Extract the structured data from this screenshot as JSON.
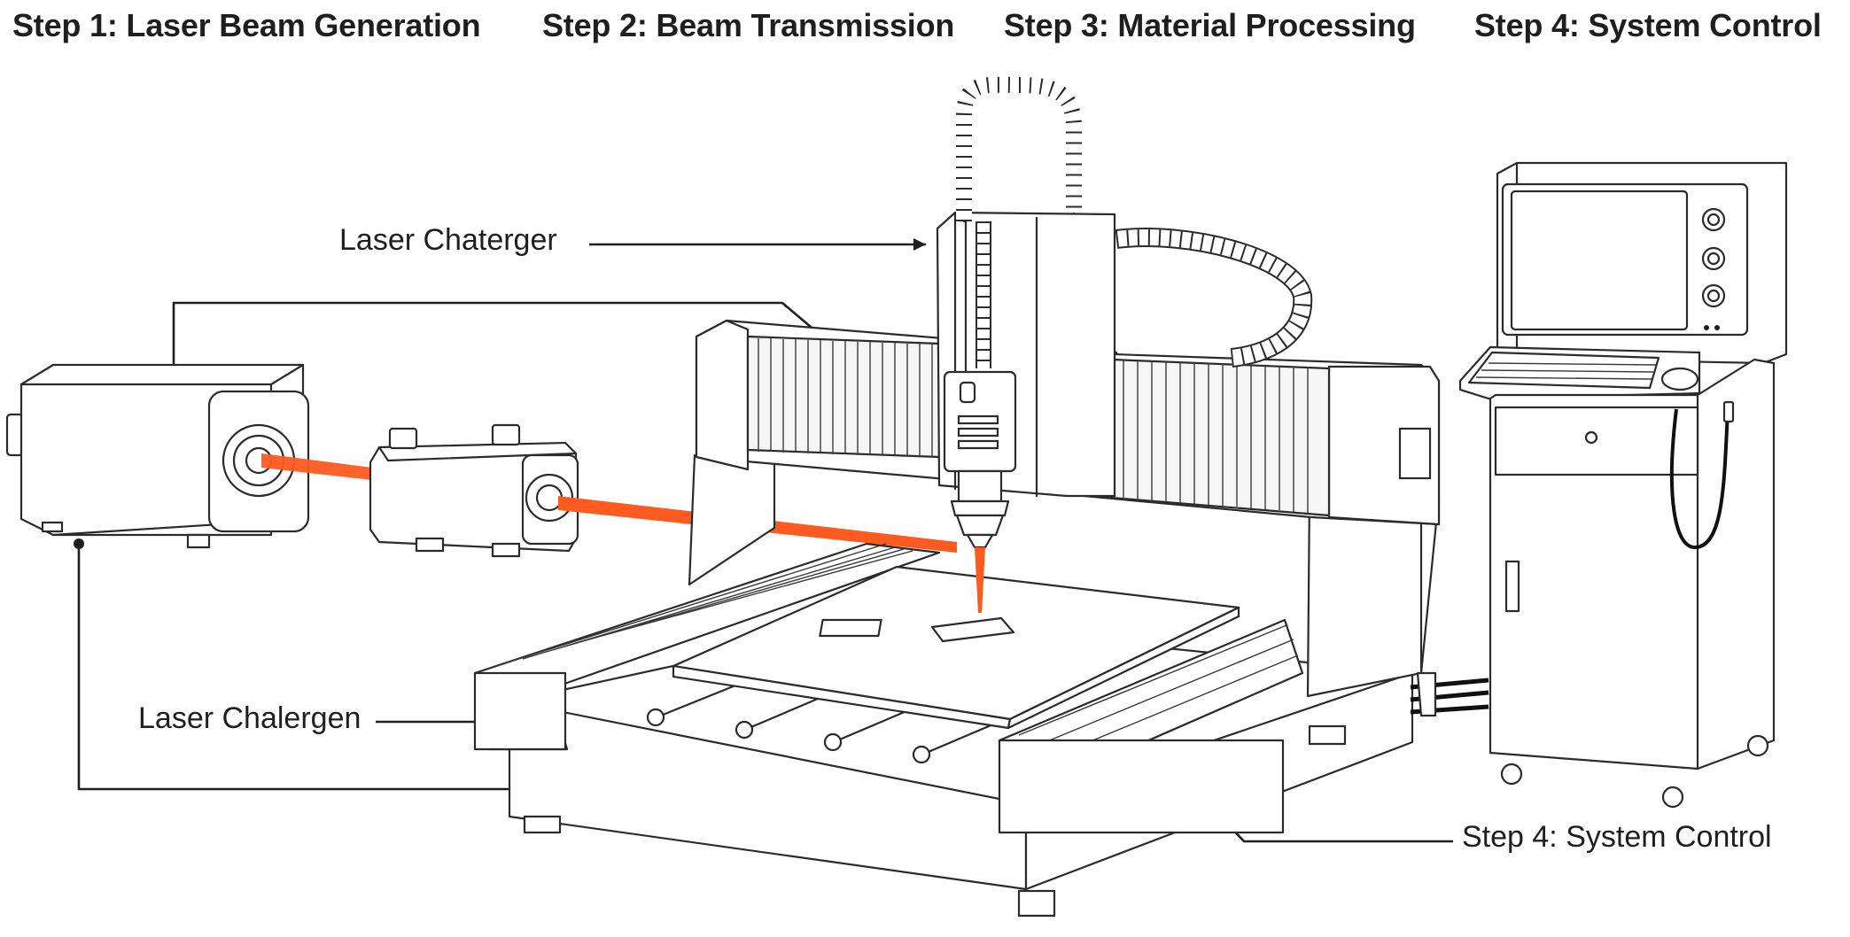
{
  "steps": [
    {
      "label": "Step 1: Laser Beam Generation"
    },
    {
      "label": "Step 2: Beam Transmission"
    },
    {
      "label": "Step 3: Material Processing"
    },
    {
      "label": "Step 4: System Control"
    }
  ],
  "callouts": {
    "top_left": "Laser Chaterger",
    "mid_left": "Laser Chalergen",
    "bottom_right": "Step 4: System Control"
  },
  "colors": {
    "beam": "#ff5a1f",
    "line": "#2b2b2b",
    "background": "#ffffff"
  },
  "icons": [
    "laser-source-unit",
    "beam-expander-unit",
    "gantry-cutting-machine",
    "cutting-head",
    "cable-drag-chain",
    "control-cabinet",
    "monitor",
    "keyboard",
    "mouse"
  ]
}
